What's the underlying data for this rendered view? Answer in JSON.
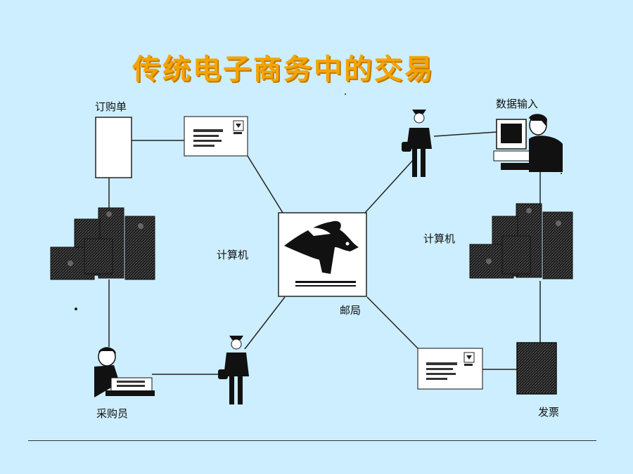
{
  "title": "传统电子商务中的交易",
  "labels": {
    "order_form": "订购单",
    "data_entry": "数据输入",
    "computer_left": "计算机",
    "computer_right": "计算机",
    "post_office": "邮局",
    "buyer": "采购员",
    "invoice": "发票"
  },
  "colors": {
    "background": "#cdeefe",
    "title": "#f4a400",
    "ink": "#111111"
  },
  "icons": {
    "post_office": "eagle-logo",
    "mail": "envelope-icon",
    "courier": "mail-carrier-icon",
    "computer": "server-rack-icon",
    "terminal": "computer-terminal-icon",
    "person": "office-worker-icon",
    "invoice": "invoice-document-icon"
  }
}
